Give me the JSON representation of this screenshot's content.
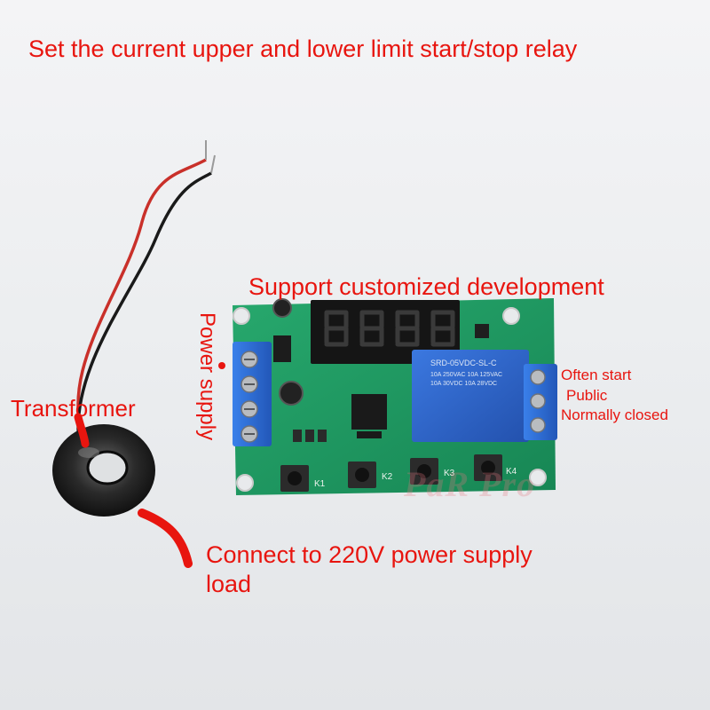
{
  "labels": {
    "headline": "Set the current upper and lower limit start/stop relay",
    "development": "Support customized development",
    "power_supply": "Power supply",
    "transformer": "Transformer",
    "load_line1": "Connect to 220V power supply",
    "load_line2": "load",
    "terminal_often_start": "Often start",
    "terminal_public": "Public",
    "terminal_normally_closed": "Normally closed"
  },
  "board": {
    "buttons": [
      "K1",
      "K2",
      "K3",
      "K4"
    ],
    "relay_text": [
      "SRD-05VDC-SL-C",
      "10A 250VAC 10A 125VAC",
      "10A 30VDC 10A 28VDC"
    ],
    "display_digits": 4
  },
  "watermark": "PaR Pro",
  "colors": {
    "label": "#e8150f",
    "pcb": "#1f9a63",
    "relay": "#2c63c8",
    "terminal": "#2f6fd6",
    "display": "#1a1a1a"
  }
}
